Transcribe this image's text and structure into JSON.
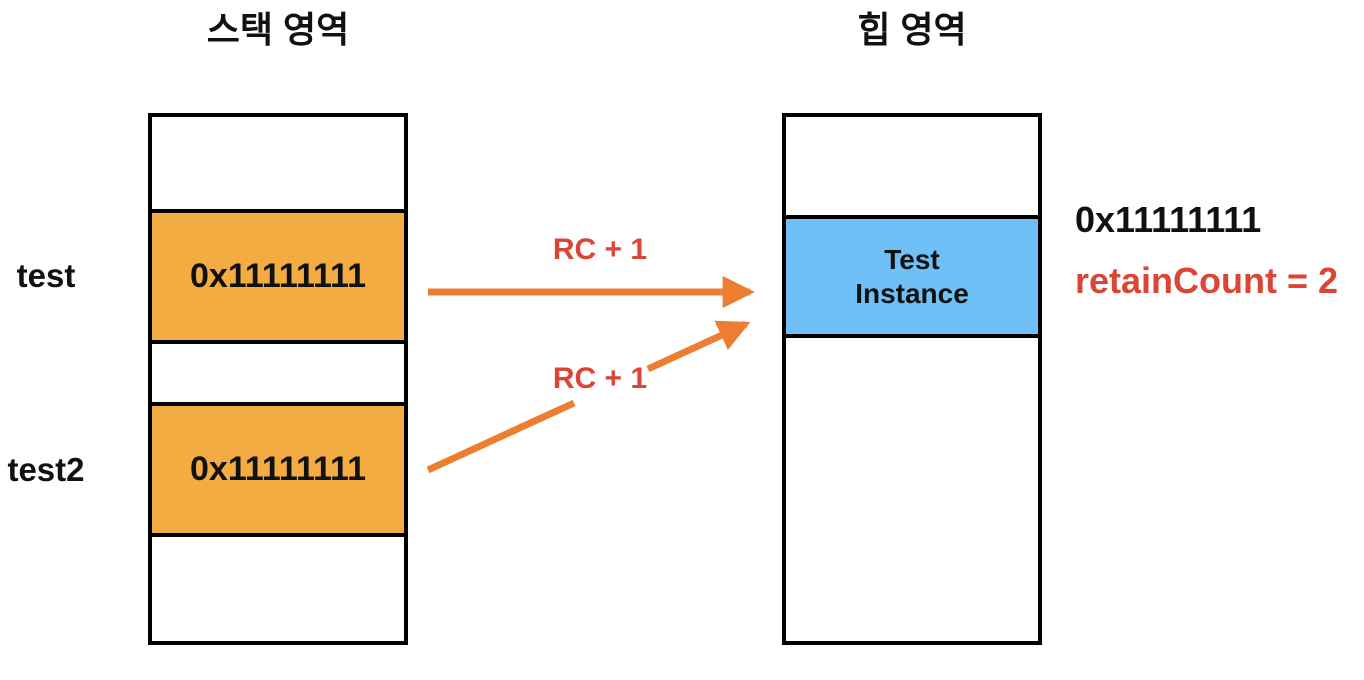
{
  "stack": {
    "title": "스택 영역",
    "variables": [
      {
        "name": "test",
        "value": "0x11111111"
      },
      {
        "name": "test2",
        "value": "0x11111111"
      }
    ]
  },
  "heap": {
    "title": "힙 영역",
    "instance": {
      "line1": "Test",
      "line2": "Instance"
    },
    "address": "0x11111111",
    "retain_count_label": "retainCount = 2"
  },
  "arrows": [
    {
      "label": "RC + 1"
    },
    {
      "label": "RC + 1"
    }
  ],
  "colors": {
    "orange_fill": "#F2AC41",
    "blue_fill": "#6EC0F7",
    "arrow_orange": "#ED7D31",
    "accent_red": "#DC4433",
    "border_black": "#000000"
  }
}
